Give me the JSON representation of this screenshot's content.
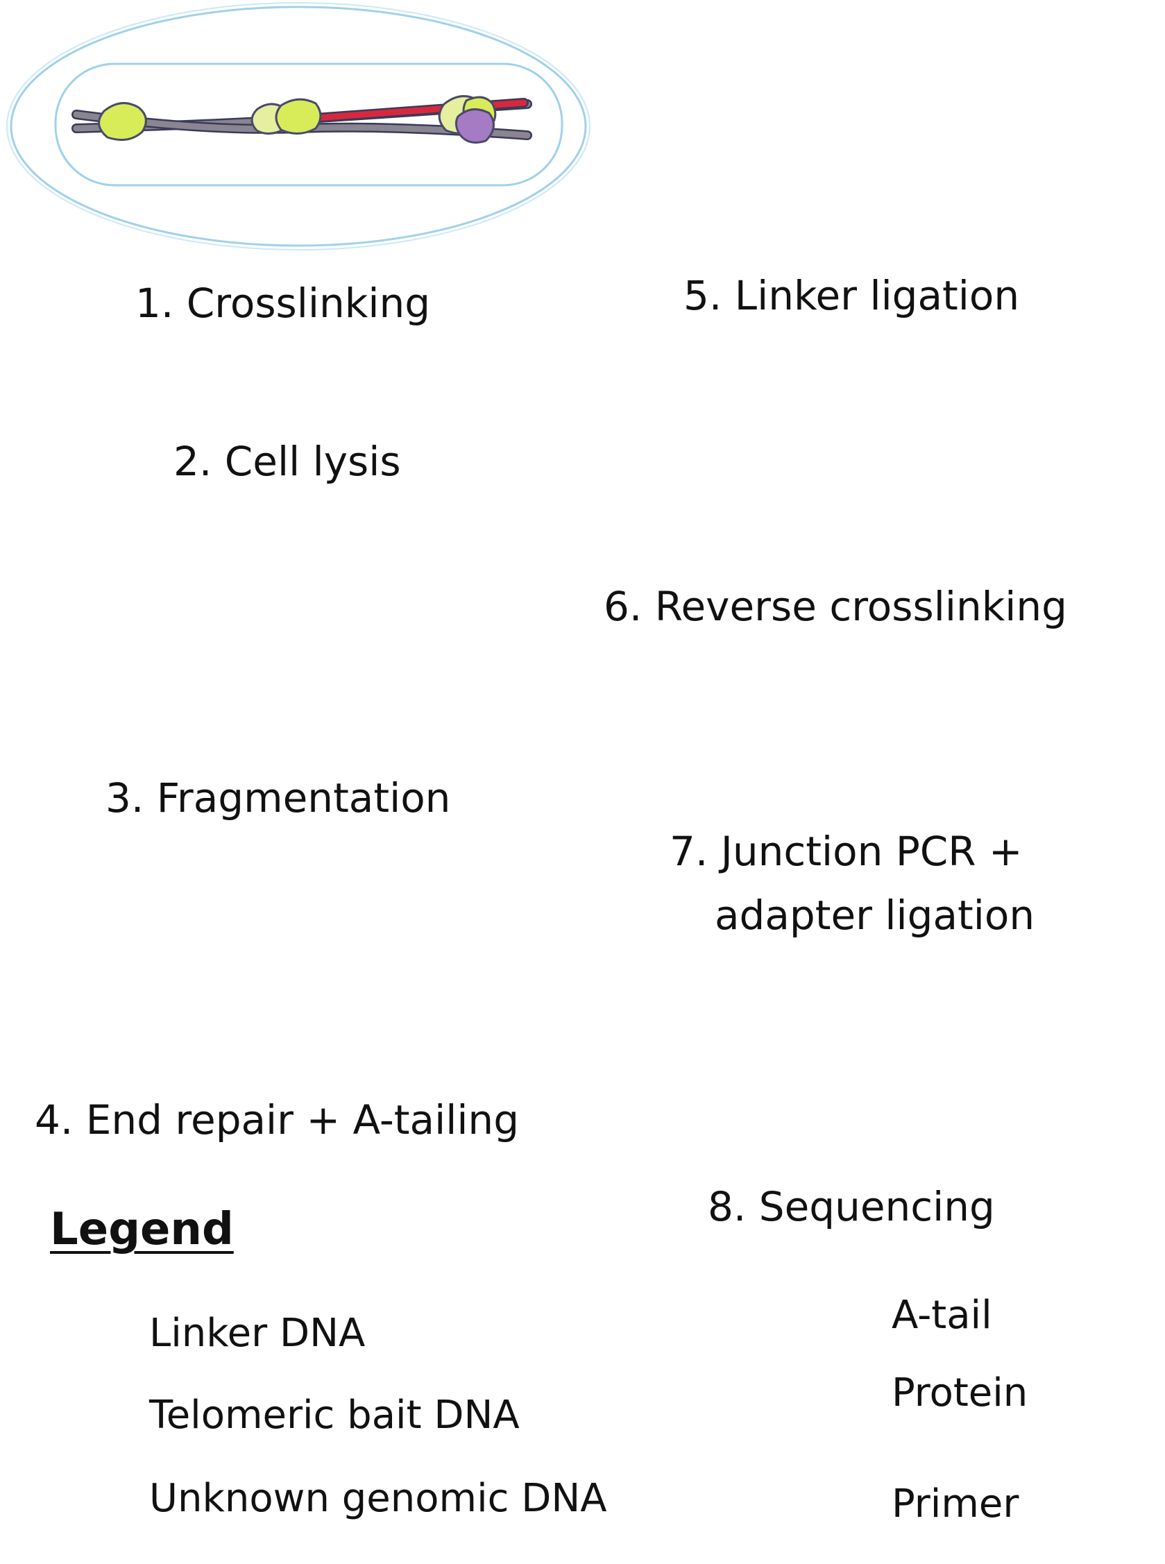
{
  "steps": {
    "s1": "1. Crosslinking",
    "s2": "2. Cell lysis",
    "s3": "3. Fragmentation",
    "s4": "4. End repair + A-tailing",
    "s5": "5. Linker ligation",
    "s6": "6. Reverse crosslinking",
    "s7a": "7. Junction PCR +",
    "s7b": "adapter ligation",
    "s8": "8. Sequencing"
  },
  "legend": {
    "title": "Legend",
    "linker": "Linker DNA",
    "telomeric": "Telomeric bait DNA",
    "genomic": "Unknown genomic DNA",
    "atail": "A-tail",
    "protein": "Protein",
    "primer": "Primer"
  },
  "colors": {
    "genomic_dna": "#8a8590",
    "telomeric_dna": "#d8283e",
    "linker_dna": "#dce9f3",
    "protein_green": "#d8ec5a",
    "protein_pale": "#e6ee9f",
    "protein_purple": "#a57cc4",
    "a_tail": "#f08c5a",
    "primer": "#3a3f8c",
    "cell_membrane": "#9fd1ec",
    "sequencer": "#666666"
  }
}
